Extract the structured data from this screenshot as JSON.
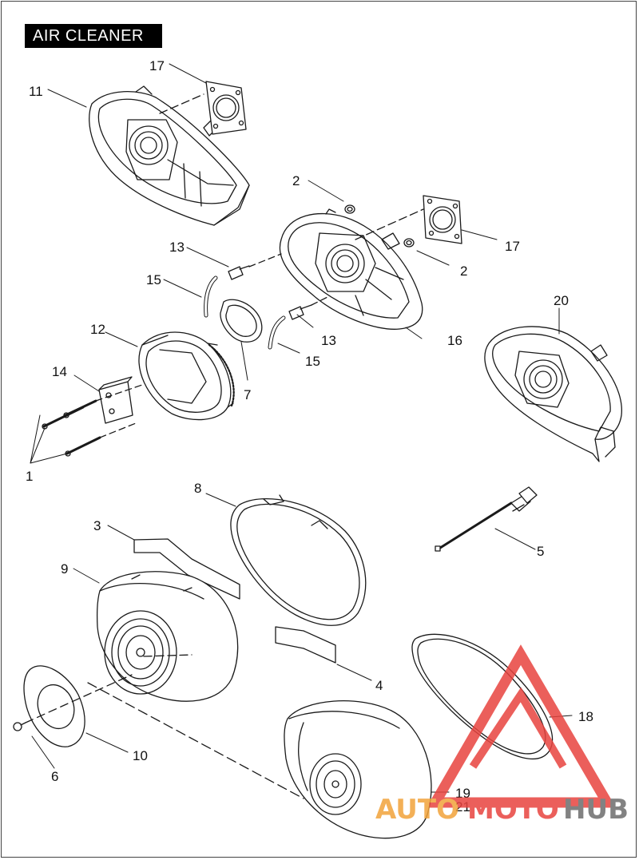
{
  "diagram": {
    "title": "AIR CLEANER",
    "callouts": {
      "c1": "1",
      "c2a": "2",
      "c2b": "2",
      "c3": "3",
      "c4": "4",
      "c5": "5",
      "c6": "6",
      "c7": "7",
      "c8": "8",
      "c9": "9",
      "c10": "10",
      "c11": "11",
      "c12": "12",
      "c13a": "13",
      "c13b": "13",
      "c14": "14",
      "c15a": "15",
      "c15b": "15",
      "c16": "16",
      "c17a": "17",
      "c17b": "17",
      "c18": "18",
      "c19": "19",
      "c20": "20",
      "c21": "21"
    },
    "watermark": {
      "part1": "AUTO",
      "part2": "MOTO",
      "part3": "HUB"
    },
    "colors": {
      "line": "#1a1a1a",
      "wm_red": "#e8443f",
      "wm_orange": "#f2a33a",
      "wm_gray": "#6d6d6d"
    }
  }
}
